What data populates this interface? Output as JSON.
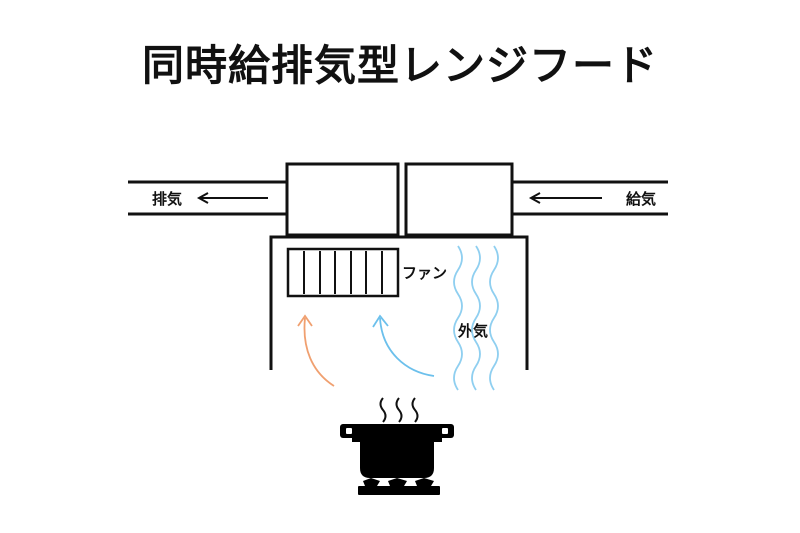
{
  "title": "同時給排気型レンジフード",
  "labels": {
    "exhaust": "排気",
    "supply": "給気",
    "fan": "ファン",
    "outside_air": "外気"
  },
  "colors": {
    "line": "#111111",
    "orange_arrow": "#f0a070",
    "blue_arrow": "#6cc0ec",
    "wavy_lines": "#8fcff0",
    "pot": "#000000"
  },
  "icons": {
    "pot": "cooking-pot-icon",
    "burner": "gas-burner-icon",
    "steam": "steam-icon"
  }
}
